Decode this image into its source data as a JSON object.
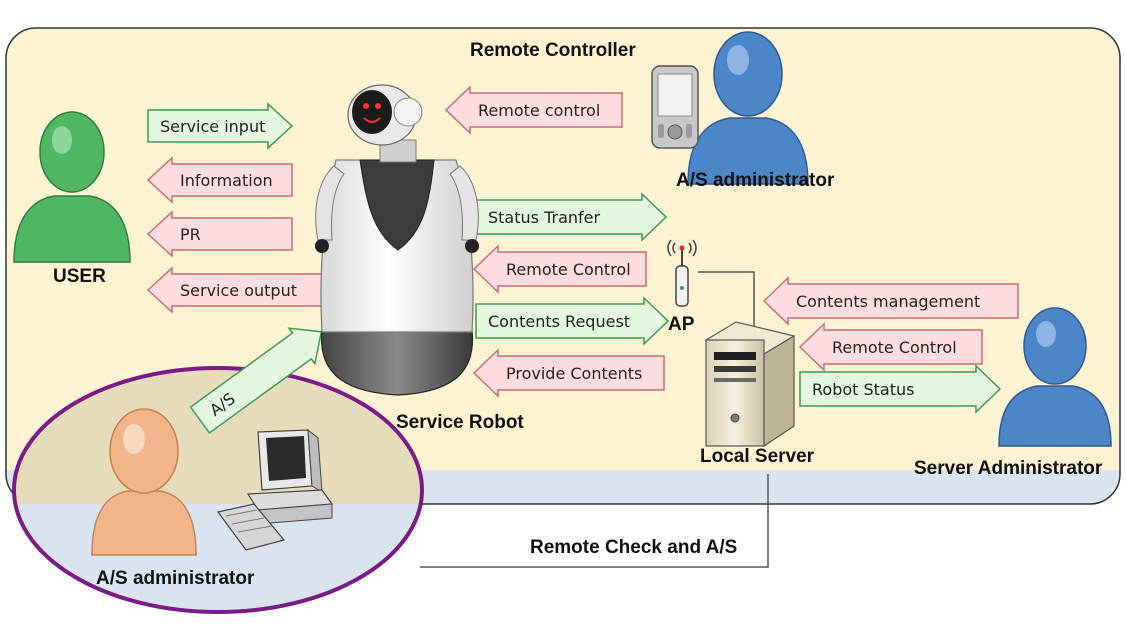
{
  "colors": {
    "panel_fill": "#fdf3d2",
    "lower_fill": "#d9e4ee",
    "ellipse_stroke": "#7b1b86",
    "green_fill": "#e4f6e0",
    "green_stroke": "#3c9a4f",
    "pink_fill": "#ffdcdf",
    "pink_stroke": "#c76b72",
    "user_green": "#4fb764",
    "admin_blue": "#4d86c8",
    "admin_orange": "#f0b58a"
  },
  "nodes": {
    "user": "USER",
    "remote_controller": "Remote Controller",
    "as_admin_top": "A/S administrator",
    "service_robot": "Service Robot",
    "ap": "AP",
    "local_server": "Local Server",
    "server_admin": "Server Administrator",
    "as_admin_bottom": "A/S administrator"
  },
  "arrows": {
    "service_input": "Service input",
    "information": "Information",
    "pr": "PR",
    "service_output": "Service output",
    "remote_control_top": "Remote control",
    "status_transfer": "Status Tranfer",
    "remote_control_ap": "Remote Control",
    "contents_request": "Contents Request",
    "provide_contents": "Provide Contents",
    "contents_management": "Contents management",
    "remote_control_server": "Remote Control",
    "robot_status": "Robot Status",
    "as": "A/S"
  },
  "connections": {
    "remote_check": "Remote Check and A/S"
  },
  "icons": {
    "person": "person-silhouette-icon",
    "robot": "service-robot-icon",
    "pda": "pda-remote-controller-icon",
    "router": "wireless-access-point-icon",
    "server": "server-tower-icon",
    "computer": "desktop-computer-icon"
  }
}
